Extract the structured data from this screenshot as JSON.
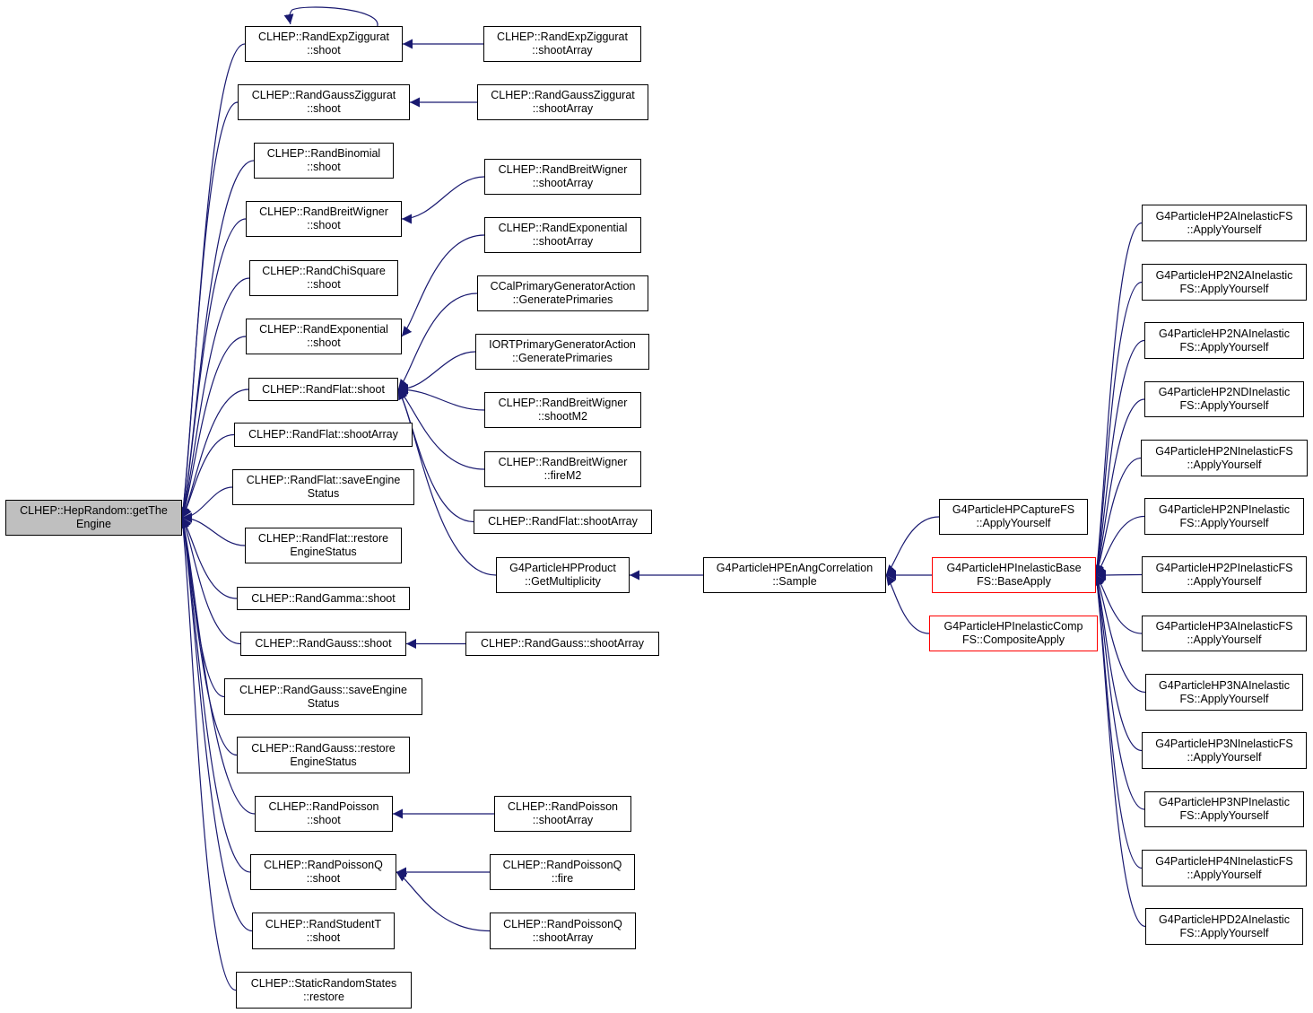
{
  "colors": {
    "edge": "#191970",
    "root_fill": "#bfbfbf",
    "node_border": "#000000",
    "highlight_border": "#ff0000"
  },
  "nodes": [
    {
      "id": "root",
      "lines": [
        "CLHEP::HepRandom::getThe",
        "Engine"
      ],
      "style": "root"
    },
    {
      "id": "expzig_shoot",
      "lines": [
        "CLHEP::RandExpZiggurat",
        "::shoot"
      ]
    },
    {
      "id": "expzig_arr",
      "lines": [
        "CLHEP::RandExpZiggurat",
        "::shootArray"
      ]
    },
    {
      "id": "gausszig_shoot",
      "lines": [
        "CLHEP::RandGaussZiggurat",
        "::shoot"
      ]
    },
    {
      "id": "gausszig_arr",
      "lines": [
        "CLHEP::RandGaussZiggurat",
        "::shootArray"
      ]
    },
    {
      "id": "binomial",
      "lines": [
        "CLHEP::RandBinomial",
        "::shoot"
      ]
    },
    {
      "id": "bw_shoot",
      "lines": [
        "CLHEP::RandBreitWigner",
        "::shoot"
      ]
    },
    {
      "id": "bw_arr",
      "lines": [
        "CLHEP::RandBreitWigner",
        "::shootArray"
      ]
    },
    {
      "id": "chisq",
      "lines": [
        "CLHEP::RandChiSquare",
        "::shoot"
      ]
    },
    {
      "id": "exp_shoot",
      "lines": [
        "CLHEP::RandExponential",
        "::shoot"
      ]
    },
    {
      "id": "exp_arr",
      "lines": [
        "CLHEP::RandExponential",
        "::shootArray"
      ]
    },
    {
      "id": "ccal",
      "lines": [
        "CCalPrimaryGeneratorAction",
        "::GeneratePrimaries"
      ]
    },
    {
      "id": "iort",
      "lines": [
        "IORTPrimaryGeneratorAction",
        "::GeneratePrimaries"
      ]
    },
    {
      "id": "flat_shoot",
      "lines": [
        "CLHEP::RandFlat::shoot"
      ]
    },
    {
      "id": "bw_m2",
      "lines": [
        "CLHEP::RandBreitWigner",
        "::shootM2"
      ]
    },
    {
      "id": "bw_fire",
      "lines": [
        "CLHEP::RandBreitWigner",
        "::fireM2"
      ]
    },
    {
      "id": "flat_arr2",
      "lines": [
        "CLHEP::RandFlat::shootArray"
      ]
    },
    {
      "id": "flat_arr",
      "lines": [
        "CLHEP::RandFlat::shootArray"
      ]
    },
    {
      "id": "flat_save",
      "lines": [
        "CLHEP::RandFlat::saveEngine",
        "Status"
      ]
    },
    {
      "id": "flat_restore",
      "lines": [
        "CLHEP::RandFlat::restore",
        "EngineStatus"
      ]
    },
    {
      "id": "gamma",
      "lines": [
        "CLHEP::RandGamma::shoot"
      ]
    },
    {
      "id": "gauss_shoot",
      "lines": [
        "CLHEP::RandGauss::shoot"
      ]
    },
    {
      "id": "gauss_arr",
      "lines": [
        "CLHEP::RandGauss::shootArray"
      ]
    },
    {
      "id": "gauss_save",
      "lines": [
        "CLHEP::RandGauss::saveEngine",
        "Status"
      ]
    },
    {
      "id": "gauss_restore",
      "lines": [
        "CLHEP::RandGauss::restore",
        "EngineStatus"
      ]
    },
    {
      "id": "pois_shoot",
      "lines": [
        "CLHEP::RandPoisson",
        "::shoot"
      ]
    },
    {
      "id": "pois_arr",
      "lines": [
        "CLHEP::RandPoisson",
        "::shootArray"
      ]
    },
    {
      "id": "poisq_shoot",
      "lines": [
        "CLHEP::RandPoissonQ",
        "::shoot"
      ]
    },
    {
      "id": "poisq_fire",
      "lines": [
        "CLHEP::RandPoissonQ",
        "::fire"
      ]
    },
    {
      "id": "poisq_arr",
      "lines": [
        "CLHEP::RandPoissonQ",
        "::shootArray"
      ]
    },
    {
      "id": "student",
      "lines": [
        "CLHEP::RandStudentT",
        "::shoot"
      ]
    },
    {
      "id": "static_restore",
      "lines": [
        "CLHEP::StaticRandomStates",
        "::restore"
      ]
    },
    {
      "id": "hpproduct",
      "lines": [
        "G4ParticleHPProduct",
        "::GetMultiplicity"
      ]
    },
    {
      "id": "enang",
      "lines": [
        "G4ParticleHPEnAngCorrelation",
        "::Sample"
      ]
    },
    {
      "id": "capture",
      "lines": [
        "G4ParticleHPCaptureFS",
        "::ApplyYourself"
      ]
    },
    {
      "id": "inelbase",
      "lines": [
        "G4ParticleHPInelasticBase",
        "FS::BaseApply"
      ],
      "style": "red"
    },
    {
      "id": "inelcomp",
      "lines": [
        "G4ParticleHPInelasticComp",
        "FS::CompositeApply"
      ],
      "style": "red"
    },
    {
      "id": "r_2a",
      "lines": [
        "G4ParticleHP2AInelasticFS",
        "::ApplyYourself"
      ]
    },
    {
      "id": "r_2n2a",
      "lines": [
        "G4ParticleHP2N2AInelastic",
        "FS::ApplyYourself"
      ]
    },
    {
      "id": "r_2na",
      "lines": [
        "G4ParticleHP2NAInelastic",
        "FS::ApplyYourself"
      ]
    },
    {
      "id": "r_2nd",
      "lines": [
        "G4ParticleHP2NDInelastic",
        "FS::ApplyYourself"
      ]
    },
    {
      "id": "r_2n",
      "lines": [
        "G4ParticleHP2NInelasticFS",
        "::ApplyYourself"
      ]
    },
    {
      "id": "r_2np",
      "lines": [
        "G4ParticleHP2NPInelastic",
        "FS::ApplyYourself"
      ]
    },
    {
      "id": "r_2p",
      "lines": [
        "G4ParticleHP2PInelasticFS",
        "::ApplyYourself"
      ]
    },
    {
      "id": "r_3a",
      "lines": [
        "G4ParticleHP3AInelasticFS",
        "::ApplyYourself"
      ]
    },
    {
      "id": "r_3na",
      "lines": [
        "G4ParticleHP3NAInelastic",
        "FS::ApplyYourself"
      ]
    },
    {
      "id": "r_3n",
      "lines": [
        "G4ParticleHP3NInelasticFS",
        "::ApplyYourself"
      ]
    },
    {
      "id": "r_3np",
      "lines": [
        "G4ParticleHP3NPInelastic",
        "FS::ApplyYourself"
      ]
    },
    {
      "id": "r_4n",
      "lines": [
        "G4ParticleHP4NInelasticFS",
        "::ApplyYourself"
      ]
    },
    {
      "id": "r_d2a",
      "lines": [
        "G4ParticleHPD2AInelastic",
        "FS::ApplyYourself"
      ]
    }
  ],
  "edges": [
    [
      "expzig_shoot",
      "root"
    ],
    [
      "gausszig_shoot",
      "root"
    ],
    [
      "binomial",
      "root"
    ],
    [
      "bw_shoot",
      "root"
    ],
    [
      "chisq",
      "root"
    ],
    [
      "exp_shoot",
      "root"
    ],
    [
      "flat_shoot",
      "root"
    ],
    [
      "flat_arr",
      "root"
    ],
    [
      "flat_save",
      "root"
    ],
    [
      "flat_restore",
      "root"
    ],
    [
      "gamma",
      "root"
    ],
    [
      "gauss_shoot",
      "root"
    ],
    [
      "gauss_save",
      "root"
    ],
    [
      "gauss_restore",
      "root"
    ],
    [
      "pois_shoot",
      "root"
    ],
    [
      "poisq_shoot",
      "root"
    ],
    [
      "student",
      "root"
    ],
    [
      "static_restore",
      "root"
    ],
    [
      "expzig_shoot",
      "expzig_shoot"
    ],
    [
      "expzig_arr",
      "expzig_shoot"
    ],
    [
      "gausszig_arr",
      "gausszig_shoot"
    ],
    [
      "bw_arr",
      "bw_shoot"
    ],
    [
      "exp_arr",
      "exp_shoot"
    ],
    [
      "ccal",
      "flat_shoot"
    ],
    [
      "iort",
      "flat_shoot"
    ],
    [
      "bw_m2",
      "flat_shoot"
    ],
    [
      "bw_fire",
      "flat_shoot"
    ],
    [
      "flat_arr2",
      "flat_shoot"
    ],
    [
      "hpproduct",
      "flat_shoot"
    ],
    [
      "gauss_arr",
      "gauss_shoot"
    ],
    [
      "pois_arr",
      "pois_shoot"
    ],
    [
      "poisq_fire",
      "poisq_shoot"
    ],
    [
      "poisq_arr",
      "poisq_shoot"
    ],
    [
      "enang",
      "hpproduct"
    ],
    [
      "capture",
      "enang"
    ],
    [
      "inelbase",
      "enang"
    ],
    [
      "inelcomp",
      "enang"
    ],
    [
      "r_2a",
      "inelbase"
    ],
    [
      "r_2n2a",
      "inelbase"
    ],
    [
      "r_2na",
      "inelbase"
    ],
    [
      "r_2nd",
      "inelbase"
    ],
    [
      "r_2n",
      "inelbase"
    ],
    [
      "r_2np",
      "inelbase"
    ],
    [
      "r_2p",
      "inelbase"
    ],
    [
      "r_3a",
      "inelbase"
    ],
    [
      "r_3na",
      "inelbase"
    ],
    [
      "r_3n",
      "inelbase"
    ],
    [
      "r_3np",
      "inelbase"
    ],
    [
      "r_4n",
      "inelbase"
    ],
    [
      "r_d2a",
      "inelbase"
    ]
  ]
}
